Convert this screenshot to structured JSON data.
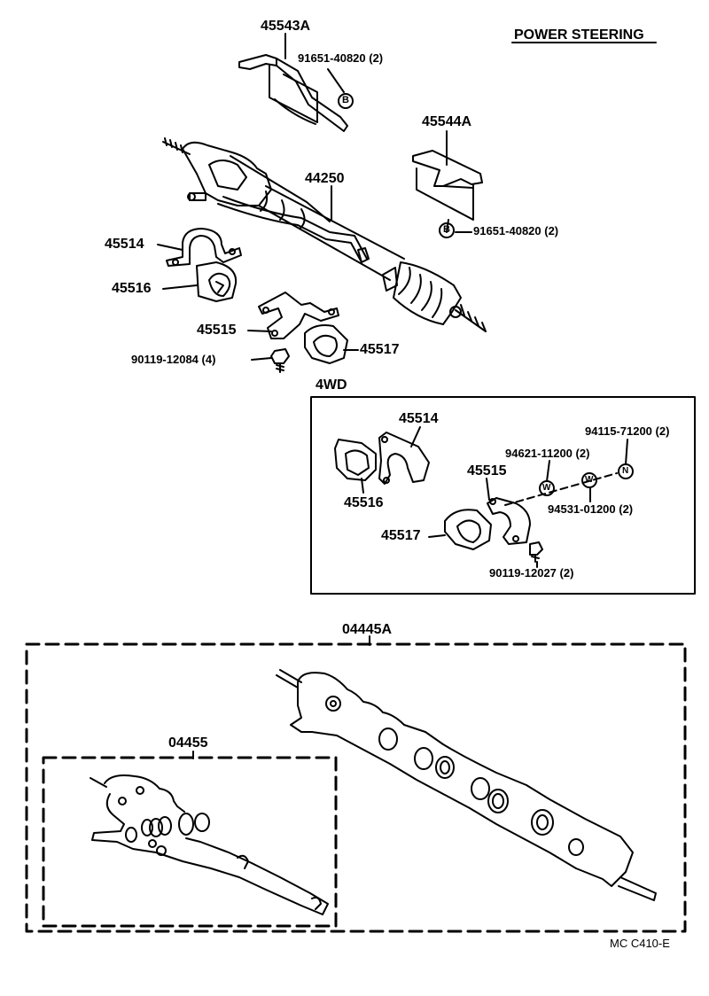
{
  "title": "POWER STEERING",
  "diagram_code": "MC C410-E",
  "section_4wd": "4WD",
  "parts": {
    "bracket_left": "45543A",
    "bolt_b_top": "91651-40820 (2)",
    "bracket_right": "45544A",
    "bolt_b_right": "91651-40820 (2)",
    "gear_assy": "44250",
    "bracket_45514": "45514",
    "grommet_45516": "45516",
    "bracket_45515": "45515",
    "grommet_45517": "45517",
    "bolt_90119": "90119-12084 (4)",
    "kit_outer": "04445A",
    "kit_inner": "04455"
  },
  "parts_4wd": {
    "bracket_45514": "45514",
    "grommet_45516": "45516",
    "bracket_45515": "45515",
    "grommet_45517": "45517",
    "nut_94115": "94115-71200 (2)",
    "washer_94621": "94621-11200 (2)",
    "washer_94531": "94531-01200 (2)",
    "bolt_90119": "90119-12027 (2)"
  },
  "symbols": {
    "b": "B",
    "w": "W",
    "n": "N"
  }
}
